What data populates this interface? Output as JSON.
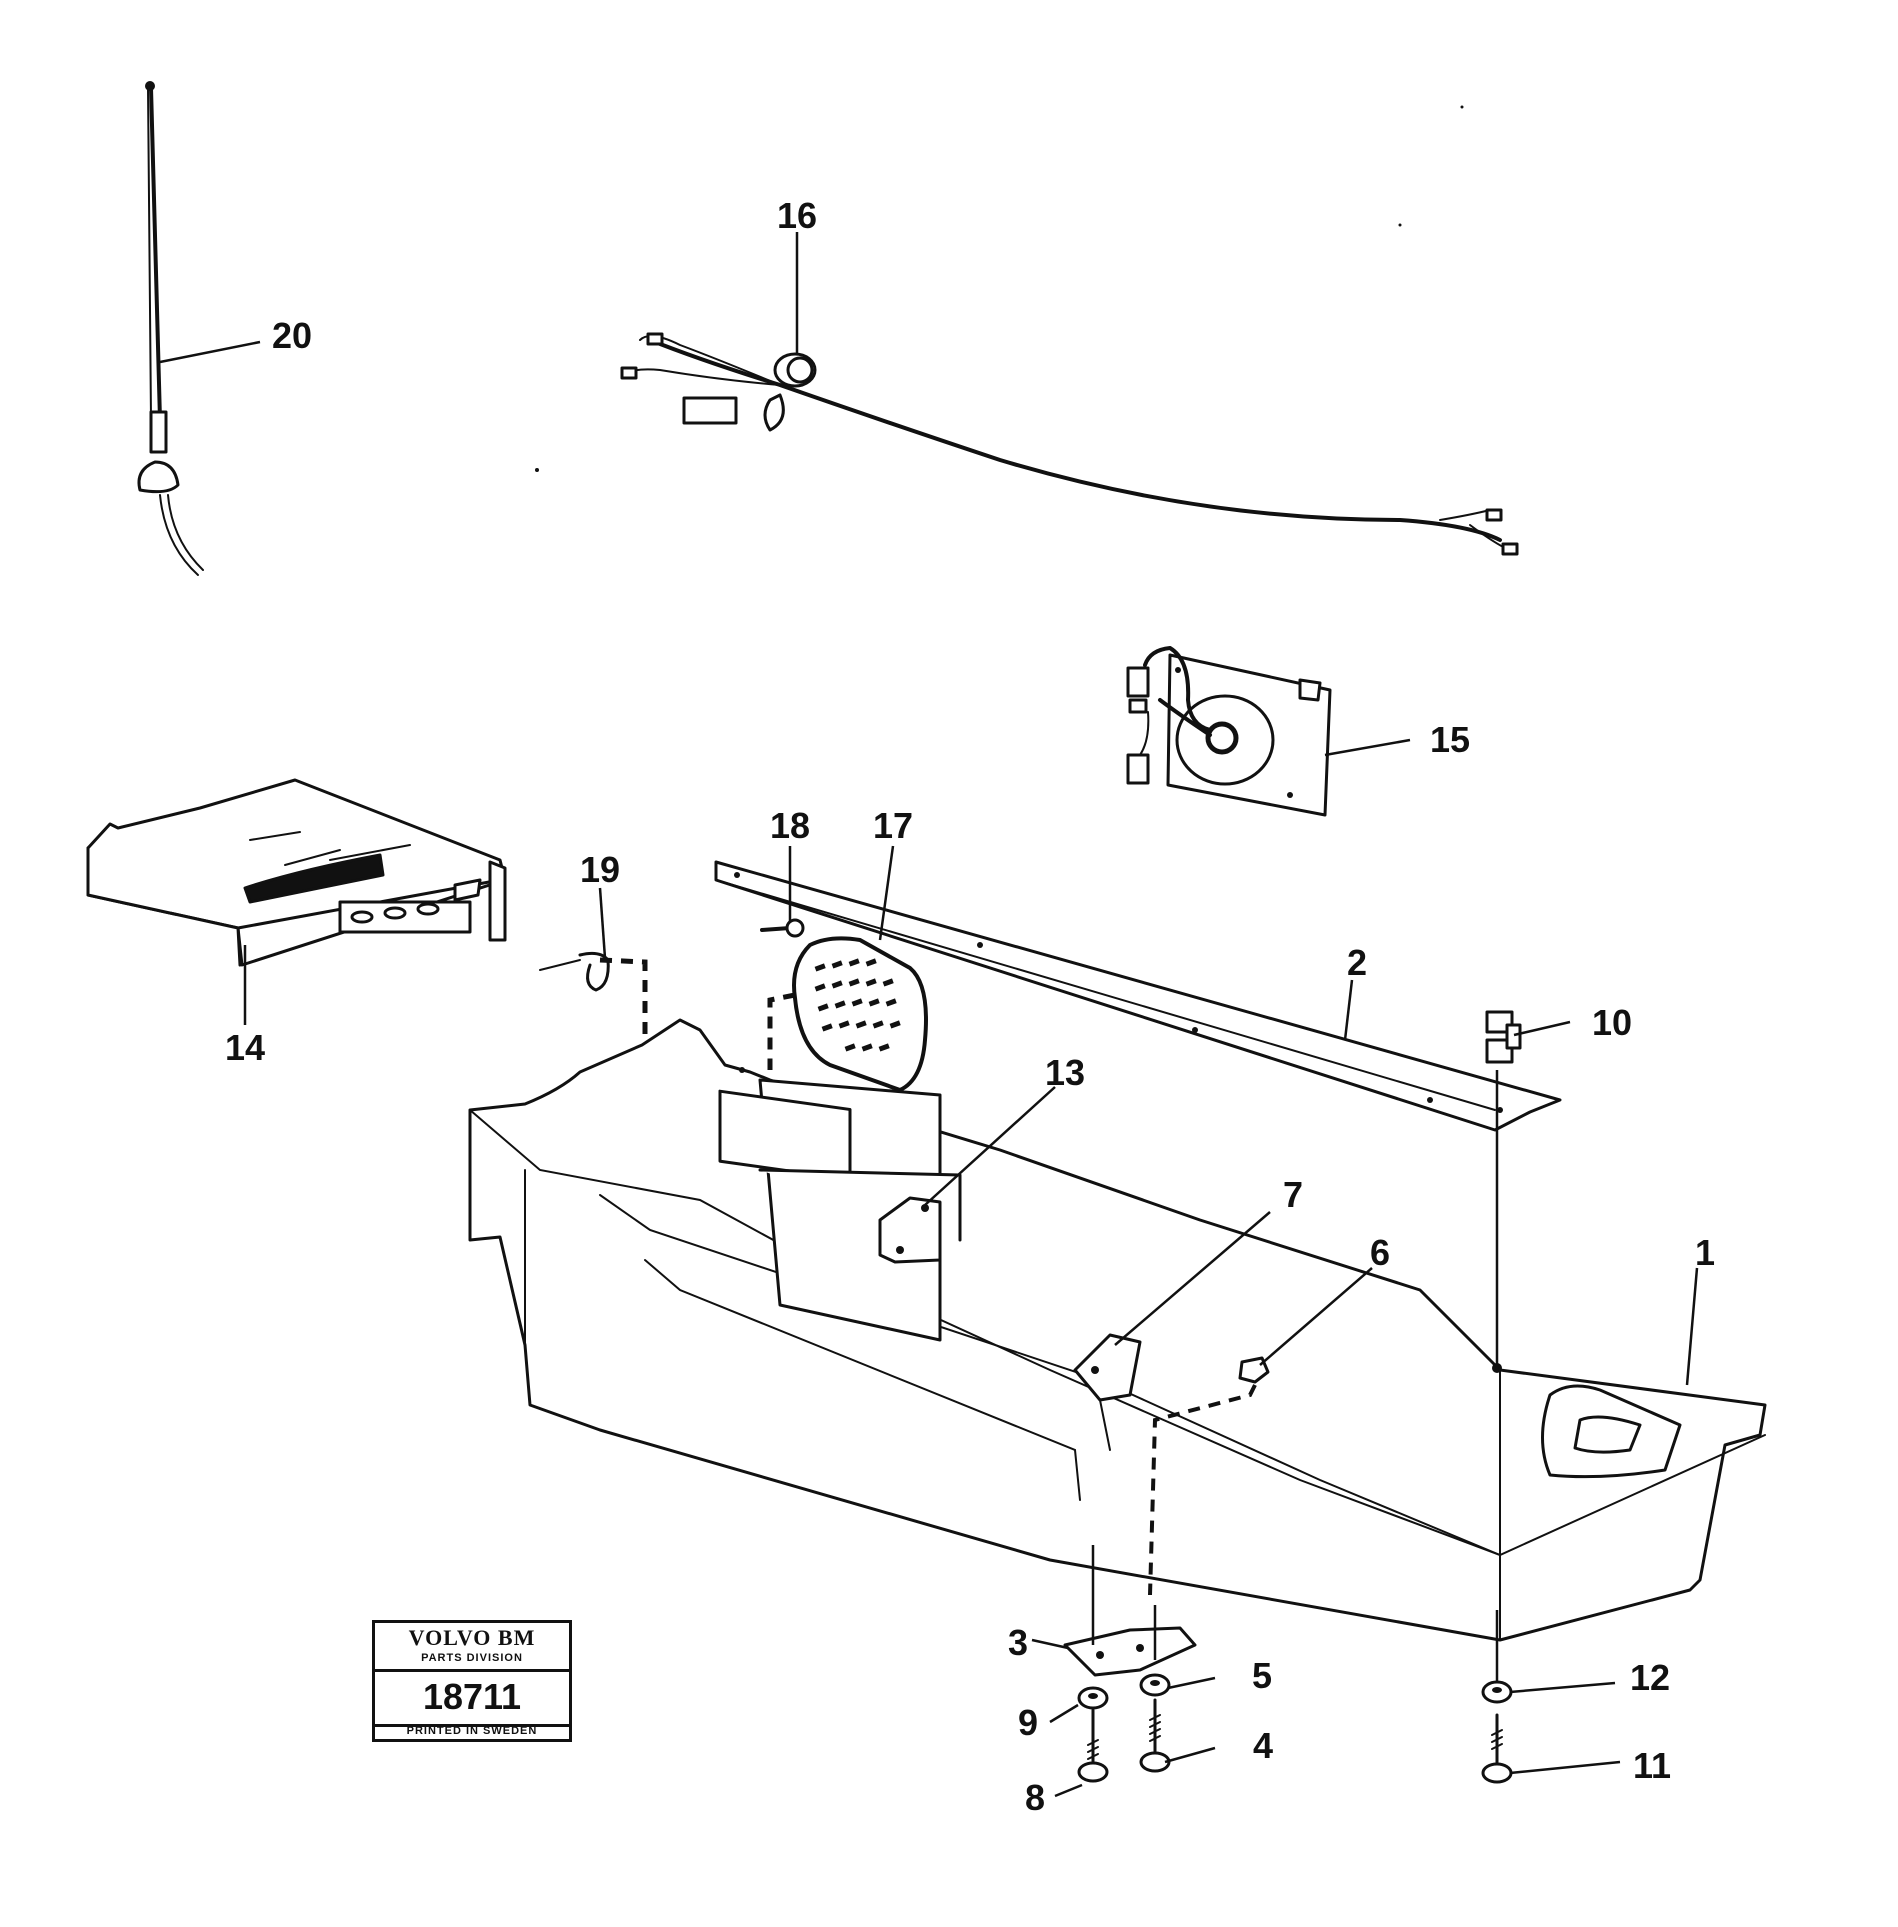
{
  "callouts": {
    "c1": "1",
    "c2": "2",
    "c3": "3",
    "c4": "4",
    "c5": "5",
    "c6": "6",
    "c7": "7",
    "c8": "8",
    "c9": "9",
    "c10": "10",
    "c11": "11",
    "c12": "12",
    "c13": "13",
    "c14": "14",
    "c15": "15",
    "c16": "16",
    "c17": "17",
    "c18": "18",
    "c19": "19",
    "c20": "20"
  },
  "badge": {
    "brand": "VOLVO BM",
    "division": "PARTS DIVISION",
    "number": "18711",
    "footer": "PRINTED IN SWEDEN"
  }
}
